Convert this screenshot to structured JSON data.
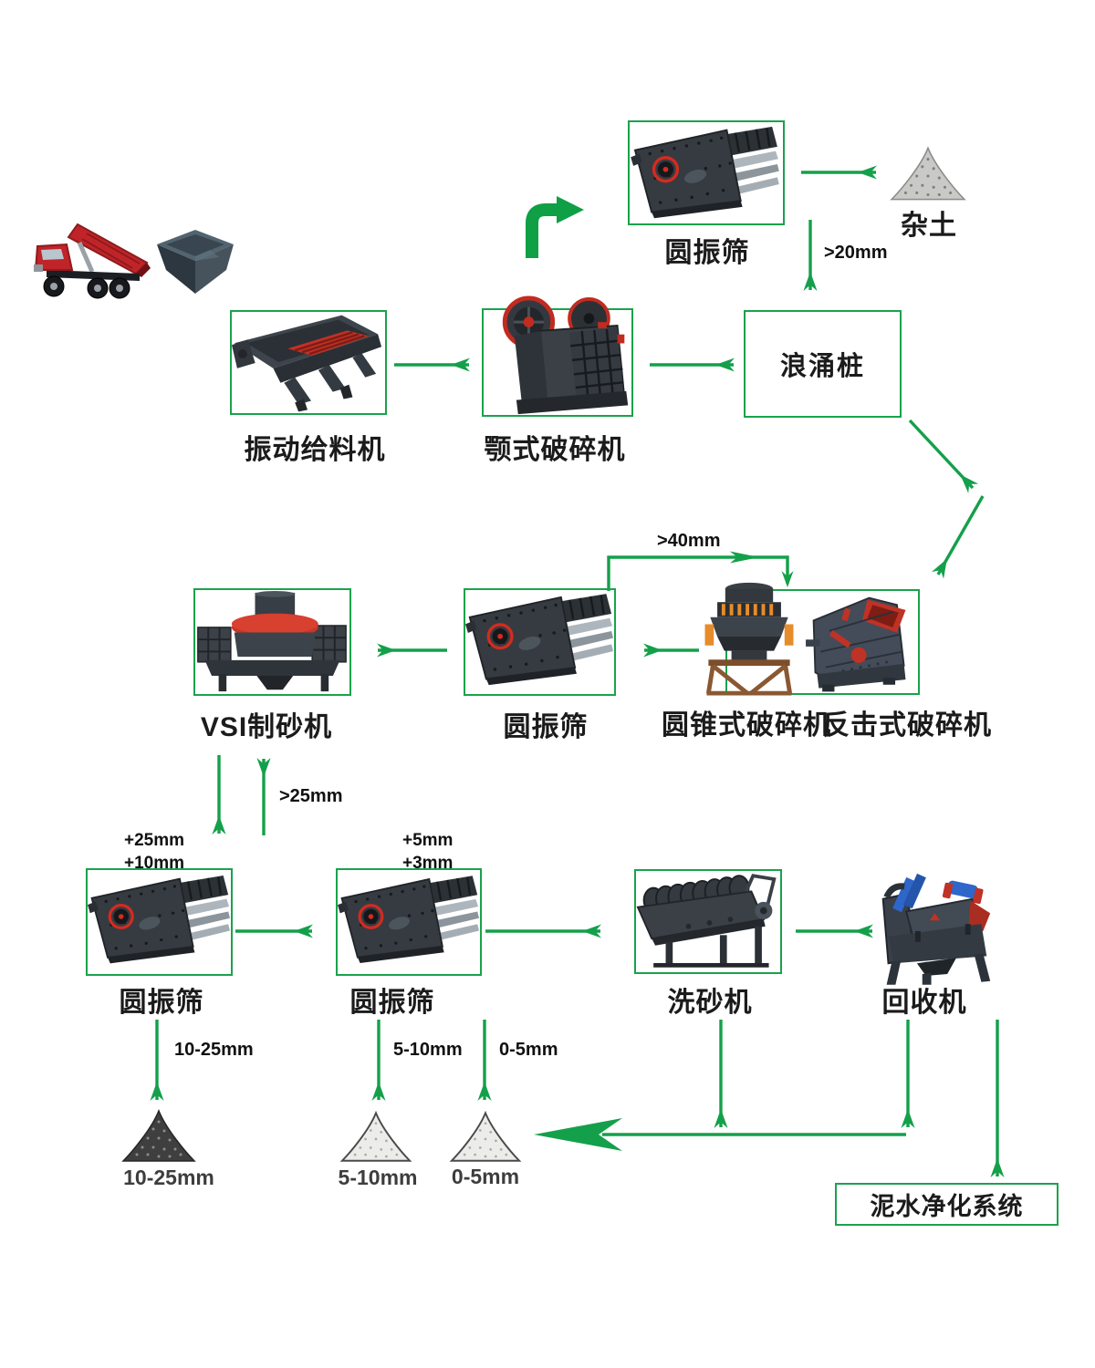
{
  "colors": {
    "arrow_green": "#14a04a",
    "box_border_green": "#1aa24c",
    "label_black": "#1b1b1b",
    "machine_red": "#c02429",
    "machine_orange": "#e78c2a",
    "machine_blue": "#2e66c9"
  },
  "labels": {
    "top_screen": "圆振筛",
    "waste_pile": "杂土",
    "feeder": "振动给料机",
    "jaw_crusher": "颚式破碎机",
    "surge_bin": "浪涌桩",
    "vsi": "VSI制砂机",
    "mid_screen": "圆振筛",
    "cone_crusher": "圆锥式破碎机",
    "impact_crusher": "反击式破碎机",
    "screen_a": "圆振筛",
    "screen_b": "圆振筛",
    "washer": "洗砂机",
    "recycler": "回收机",
    "purification": "泥水净化系统"
  },
  "flows": {
    "gt20": ">20mm",
    "gt40": ">40mm",
    "gt25": ">25mm",
    "screen_a_notes": [
      "+25mm",
      "+10mm"
    ],
    "screen_b_notes": [
      "+5mm",
      "+3mm"
    ],
    "out_10_25": "10-25mm",
    "out_5_10": "5-10mm",
    "out_0_5": "0-5mm"
  },
  "piles": {
    "p_10_25": "10-25mm",
    "p_5_10": "5-10mm",
    "p_0_5": "0-5mm"
  }
}
